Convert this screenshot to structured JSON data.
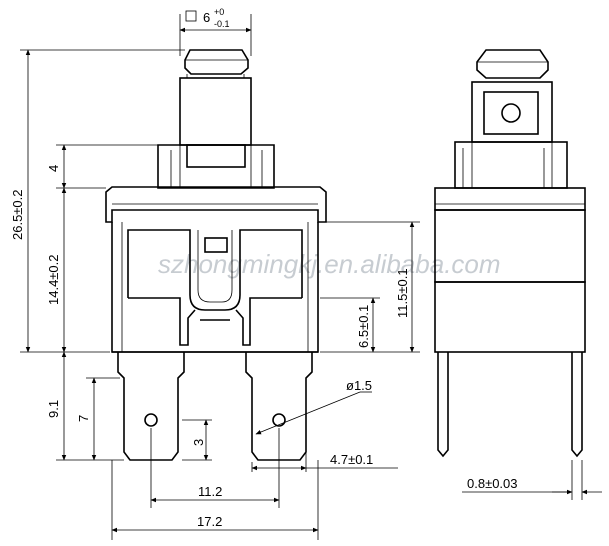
{
  "watermark": "szhongmingkj.en.alibaba.com",
  "dimensions": {
    "button_width": "6",
    "button_tol_upper": "+0",
    "button_tol_lower": "-0.1",
    "total_height": "26.5±0.2",
    "cap_height": "4",
    "body_height": "14.4±0.2",
    "terminal_length": "9.1",
    "terminal_offset": "7",
    "hole_offset": "3",
    "hole_diameter": "ø1.5",
    "terminal_width": "4.7±0.1",
    "terminal_pitch": "11.2",
    "overall_width": "17.2",
    "height_right_a": "6.5±0.1",
    "height_right_b": "11.5±0.1",
    "thickness": "0.8±0.03"
  }
}
